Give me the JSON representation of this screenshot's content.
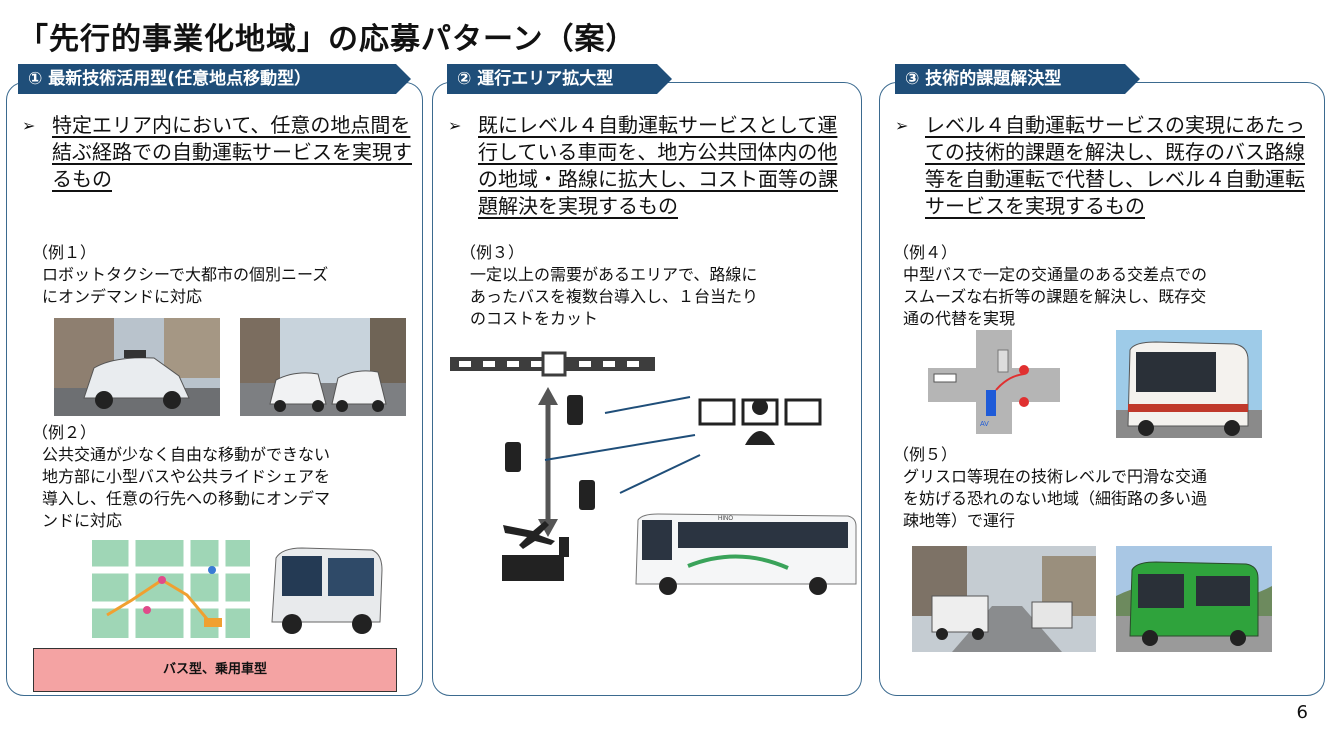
{
  "title": "「先行的事業化地域」の応募パターン（案）",
  "page_number": "6",
  "colors": {
    "tab": "#1f4e79",
    "border": "#3b6a8f",
    "badge": "#f4a3a3"
  },
  "panels": [
    {
      "tab": "① 最新技術活用型(任意地点移動型）",
      "lead": "特定エリア内において、任意の地点間を結ぶ経路での自動運転サービスを実現するもの",
      "examples": [
        {
          "label": "（例１）",
          "lines": [
            "ロボットタクシーで大都市の個別ニーズ",
            "にオンデマンドに対応"
          ]
        },
        {
          "label": "（例２）",
          "lines": [
            "公共交通が少なく自由な移動ができない",
            "地方部に小型バスや公共ライドシェアを",
            "導入し、任意の行先への移動にオンデマ",
            "ンドに対応"
          ]
        }
      ],
      "badge": "バス型、乗用車型"
    },
    {
      "tab": "② 運行エリア拡大型",
      "lead": "既にレベル４自動運転サービスとして運行している車両を、地方公共団体内の他の地域・路線に拡大し、コスト面等の課題解決を実現するもの",
      "examples": [
        {
          "label": "（例３）",
          "lines": [
            "一定以上の需要があるエリアで、路線に",
            "あったバスを複数台導入し、１台当たり",
            "のコストをカット"
          ]
        }
      ]
    },
    {
      "tab": "③ 技術的課題解決型",
      "lead": "レベル４自動運転サービスの実現にあたっての技術的課題を解決し、既存のバス路線等を自動運転で代替し、レベル４自動運転サービスを実現するもの",
      "examples": [
        {
          "label": "（例４）",
          "lines": [
            "中型バスで一定の交通量のある交差点での",
            "スムーズな右折等の課題を解決し、既存交",
            "通の代替を実現"
          ]
        },
        {
          "label": "（例５）",
          "lines": [
            "グリスロ等現在の技術レベルで円滑な交通",
            "を妨げる恐れのない地域（細街路の多い過",
            "疎地等）で運行"
          ]
        }
      ]
    }
  ],
  "photo_text": {
    "bus_brand": "HINO",
    "intersection_label": "AV"
  }
}
